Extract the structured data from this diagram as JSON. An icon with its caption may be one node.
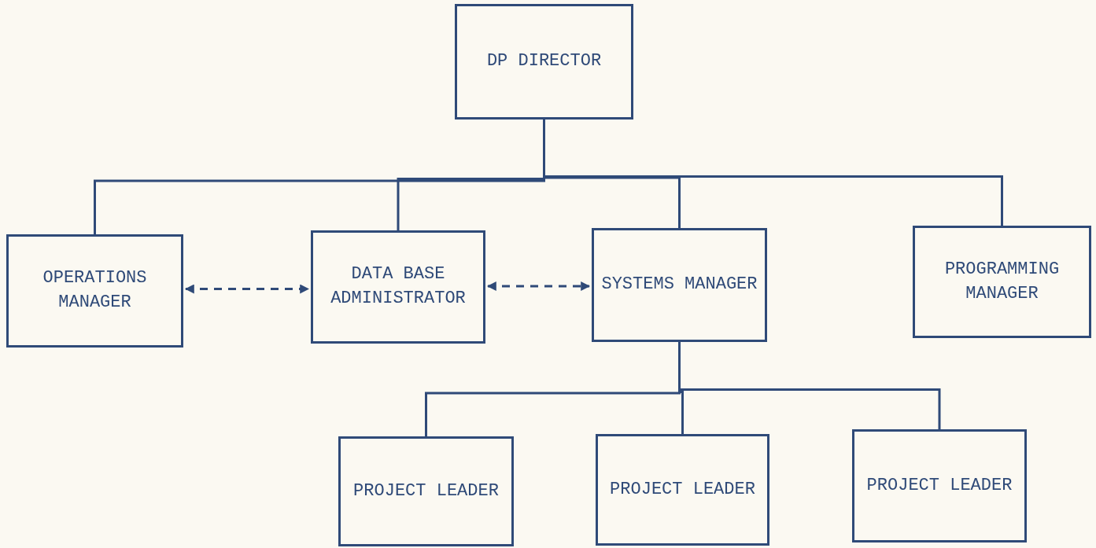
{
  "diagram": {
    "nodes": [
      {
        "text": [
          "DP DIRECTOR"
        ]
      },
      {
        "text": [
          "OPERATIONS MANAGER"
        ]
      },
      {
        "text": [
          "DATA BASE ADMINISTRATOR"
        ]
      },
      {
        "text": [
          "SYSTEMS MANAGER"
        ]
      },
      {
        "text": [
          "PROGRAMMING MANAGER"
        ]
      },
      {
        "text": [
          "PROJECT LEADER"
        ]
      },
      {
        "text": [
          "PROJECT LEADER"
        ]
      },
      {
        "text": [
          "PROJECT LEADER"
        ]
      }
    ],
    "edges": [
      {
        "from": 0,
        "to": 1,
        "arrow": "none"
      },
      {
        "from": 0,
        "to": 2,
        "arrow": "none"
      },
      {
        "from": 0,
        "to": 3,
        "arrow": "none"
      },
      {
        "from": 0,
        "to": 4,
        "arrow": "none"
      },
      {
        "from": 1,
        "to": 2,
        "arrow": "both",
        "style": "dashed"
      },
      {
        "from": 2,
        "to": 3,
        "arrow": "both",
        "style": "dashed"
      },
      {
        "from": 3,
        "to": 5,
        "arrow": "none"
      },
      {
        "from": 3,
        "to": 6,
        "arrow": "none"
      },
      {
        "from": 3,
        "to": 7,
        "arrow": "none"
      }
    ]
  }
}
